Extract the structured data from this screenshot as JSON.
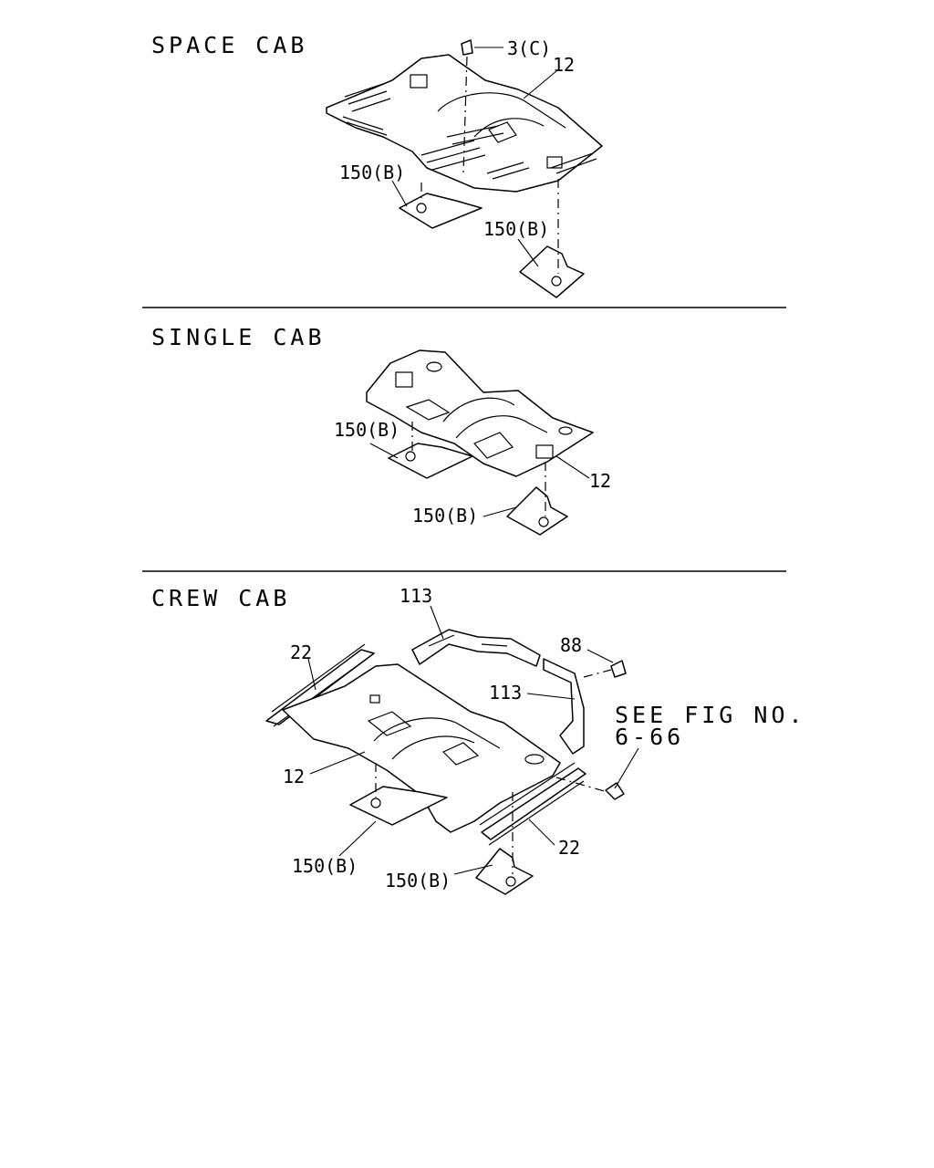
{
  "sections": {
    "space_cab": {
      "title": "SPACE CAB",
      "labels": {
        "bolt": "3(C)",
        "floor": "12",
        "insulator_left": "150(B)",
        "insulator_right": "150(B)"
      }
    },
    "single_cab": {
      "title": "SINGLE CAB",
      "labels": {
        "insulator_left": "150(B)",
        "floor": "12",
        "insulator_bottom": "150(B)"
      }
    },
    "crew_cab": {
      "title": "CREW CAB",
      "labels": {
        "bracket_upper": "113",
        "sill_left": "22",
        "bolt": "88",
        "bracket_lower": "113",
        "see_fig_line1": "SEE FIG NO.",
        "see_fig_line2": "6-66",
        "floor": "12",
        "sill_right": "22",
        "insulator_left": "150(B)",
        "insulator_bottom": "150(B)"
      }
    }
  }
}
